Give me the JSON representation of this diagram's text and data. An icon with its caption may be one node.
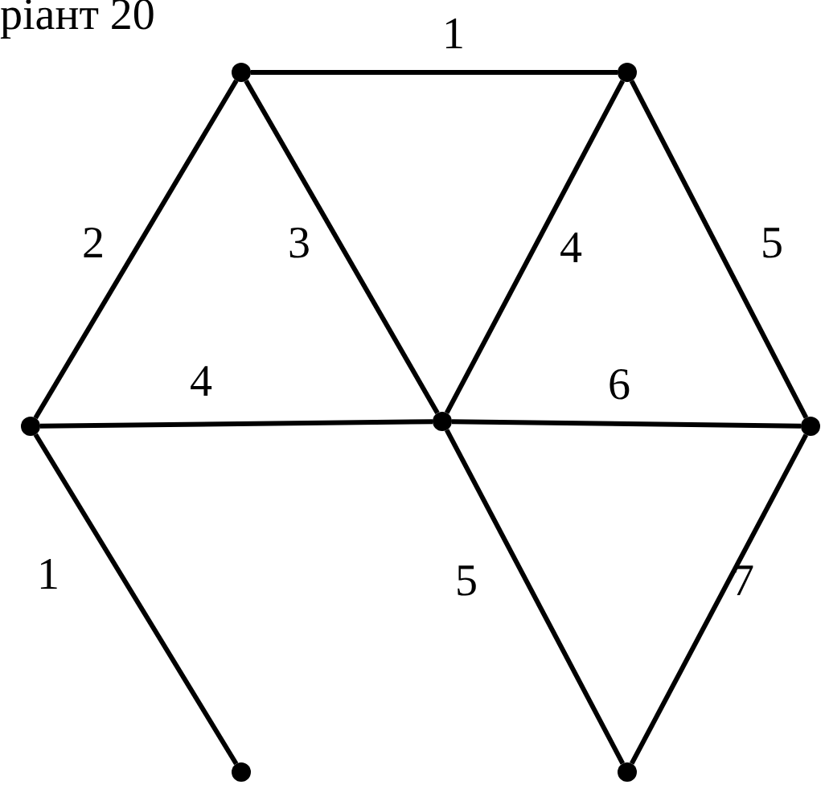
{
  "diagram": {
    "title": "ріант 20",
    "nodes": [
      {
        "text": [],
        "shape": "circle"
      },
      {
        "text": [],
        "shape": "circle"
      },
      {
        "text": [],
        "shape": "circle"
      },
      {
        "text": [],
        "shape": "circle"
      },
      {
        "text": [],
        "shape": "circle"
      },
      {
        "text": [],
        "shape": "circle"
      },
      {
        "text": [],
        "shape": "circle"
      }
    ],
    "edges": [
      {
        "from": 0,
        "to": 1,
        "arrow": "none",
        "label": "1"
      },
      {
        "from": 0,
        "to": 2,
        "arrow": "none",
        "label": "2"
      },
      {
        "from": 0,
        "to": 3,
        "arrow": "none",
        "label": "3"
      },
      {
        "from": 1,
        "to": 3,
        "arrow": "none",
        "label": "4"
      },
      {
        "from": 1,
        "to": 4,
        "arrow": "none",
        "label": "5"
      },
      {
        "from": 2,
        "to": 3,
        "arrow": "none",
        "label": "4"
      },
      {
        "from": 3,
        "to": 4,
        "arrow": "none",
        "label": "6"
      },
      {
        "from": 2,
        "to": 5,
        "arrow": "none",
        "label": "1"
      },
      {
        "from": 3,
        "to": 6,
        "arrow": "none",
        "label": "5"
      },
      {
        "from": 4,
        "to": 6,
        "arrow": "none",
        "label": "7"
      }
    ]
  }
}
